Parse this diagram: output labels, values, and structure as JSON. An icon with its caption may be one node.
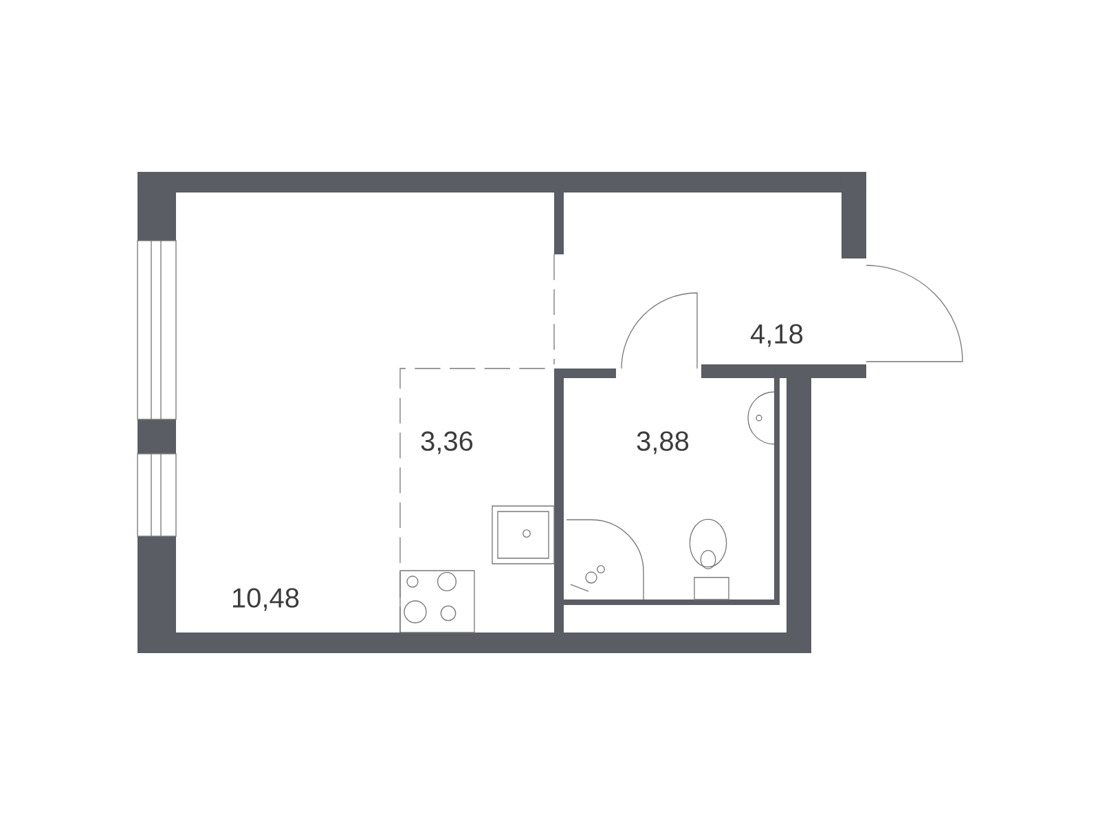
{
  "diagram": {
    "labels": [
      "4,18",
      "3,36",
      "3,88",
      "10,48"
    ]
  }
}
